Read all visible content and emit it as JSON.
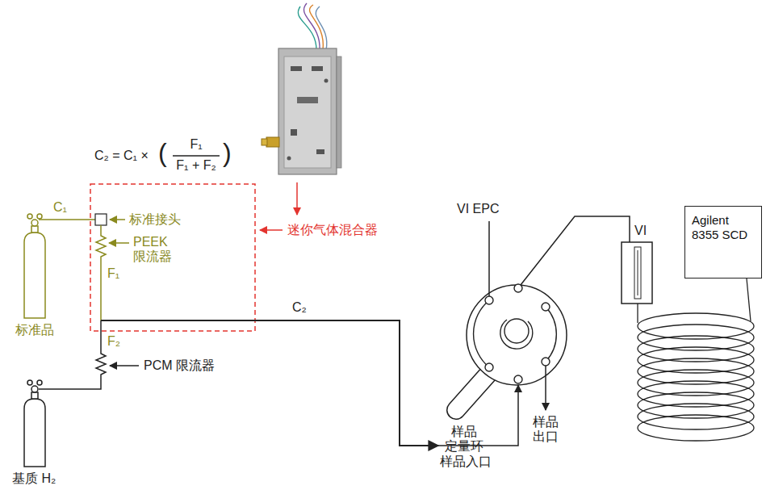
{
  "diagram": {
    "nodes": [
      {
        "text": [
          "Agilent 8355 SCD"
        ]
      }
    ],
    "labels": [
      "C₂ = C₁ ×",
      "(",
      "F₁",
      "F₁ + F₂",
      ")",
      "C₁",
      "标准接头",
      "PEEK 限流器",
      "F₁",
      "迷你气体混合器",
      "C₂",
      "标准品",
      "F₂",
      "PCM 限流器",
      "基质 H₂",
      "VI EPC",
      "VI",
      "样品 定量环",
      "样品 出口",
      "样品入口"
    ]
  }
}
